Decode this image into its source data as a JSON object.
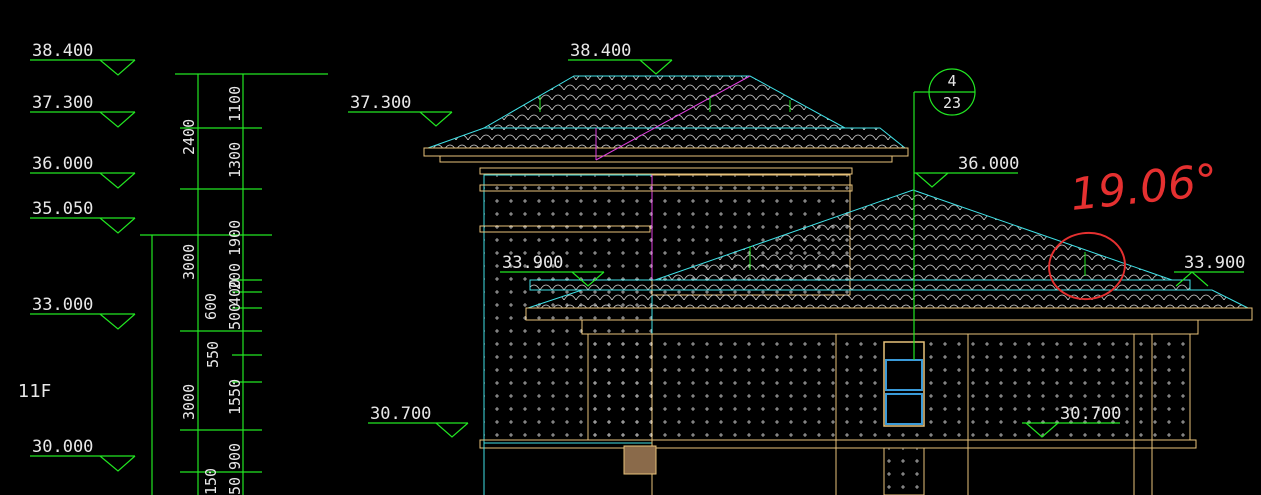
{
  "left_levels": [
    "38.400",
    "37.300",
    "36.000",
    "35.050",
    "33.000",
    "30.000"
  ],
  "left_dims_outer": [
    "2400",
    "3000",
    "3000",
    "150"
  ],
  "left_dims_inner": [
    "1100",
    "1300",
    "1900",
    "200",
    "400",
    "500",
    "550",
    "1550",
    "900",
    "50"
  ],
  "dim_extra_600": "600",
  "floor_label": "11F",
  "elev_levels": {
    "ridge_top": "38.400",
    "upper_eave": "37.300",
    "mid_ridge": "36.000",
    "eave_left": "33.900",
    "eave_right": "33.900",
    "floor_left": "30.700",
    "floor_right": "30.700"
  },
  "callout": {
    "top": "4",
    "bottom": "23"
  },
  "annotation": "19.06°",
  "colors": {
    "dim_green": "#22e622",
    "text": "#e8e8e8",
    "roof_cyan": "#3fe0e6",
    "wall_tan": "#e8c27a",
    "magenta": "#e040e0",
    "annotation_red": "#e53030"
  }
}
